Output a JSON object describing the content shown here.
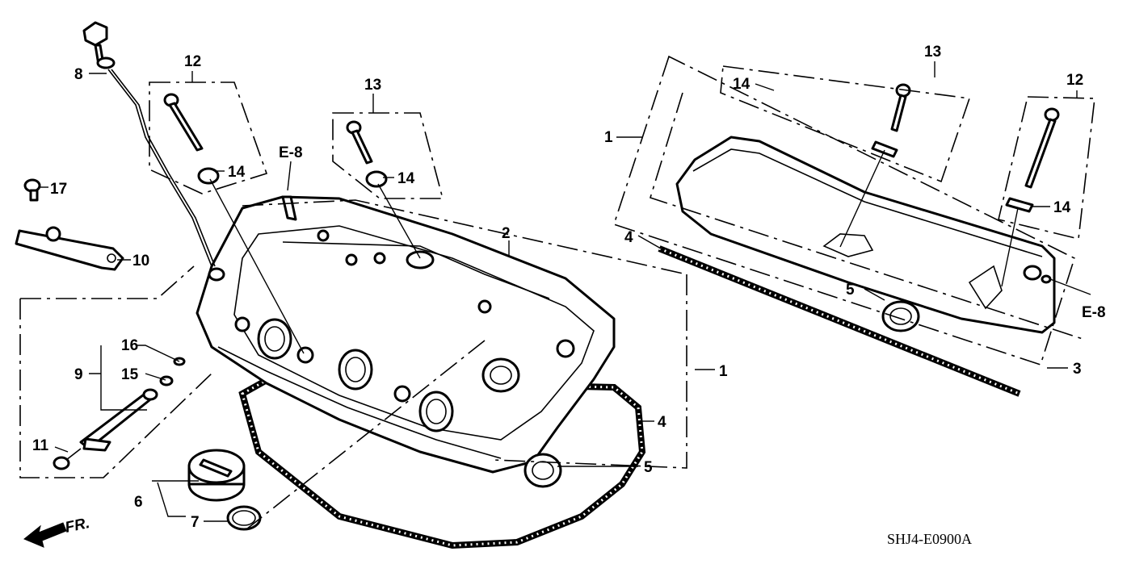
{
  "callouts": {
    "c1a": "1",
    "c1b": "1",
    "c2": "2",
    "c3": "3",
    "c4a": "4",
    "c4b": "4",
    "c5a": "5",
    "c5b": "5",
    "c6": "6",
    "c7": "7",
    "c8": "8",
    "c9": "9",
    "c10": "10",
    "c11": "11",
    "c12a": "12",
    "c12b": "12",
    "c13a": "13",
    "c13b": "13",
    "c14a": "14",
    "c14b": "14",
    "c14c": "14",
    "c14d": "14",
    "c15": "15",
    "c16": "16",
    "c17": "17",
    "e8a": "E-8",
    "e8b": "E-8"
  },
  "direction_label": "FR.",
  "diagram_code": "SHJ4-E0900A"
}
